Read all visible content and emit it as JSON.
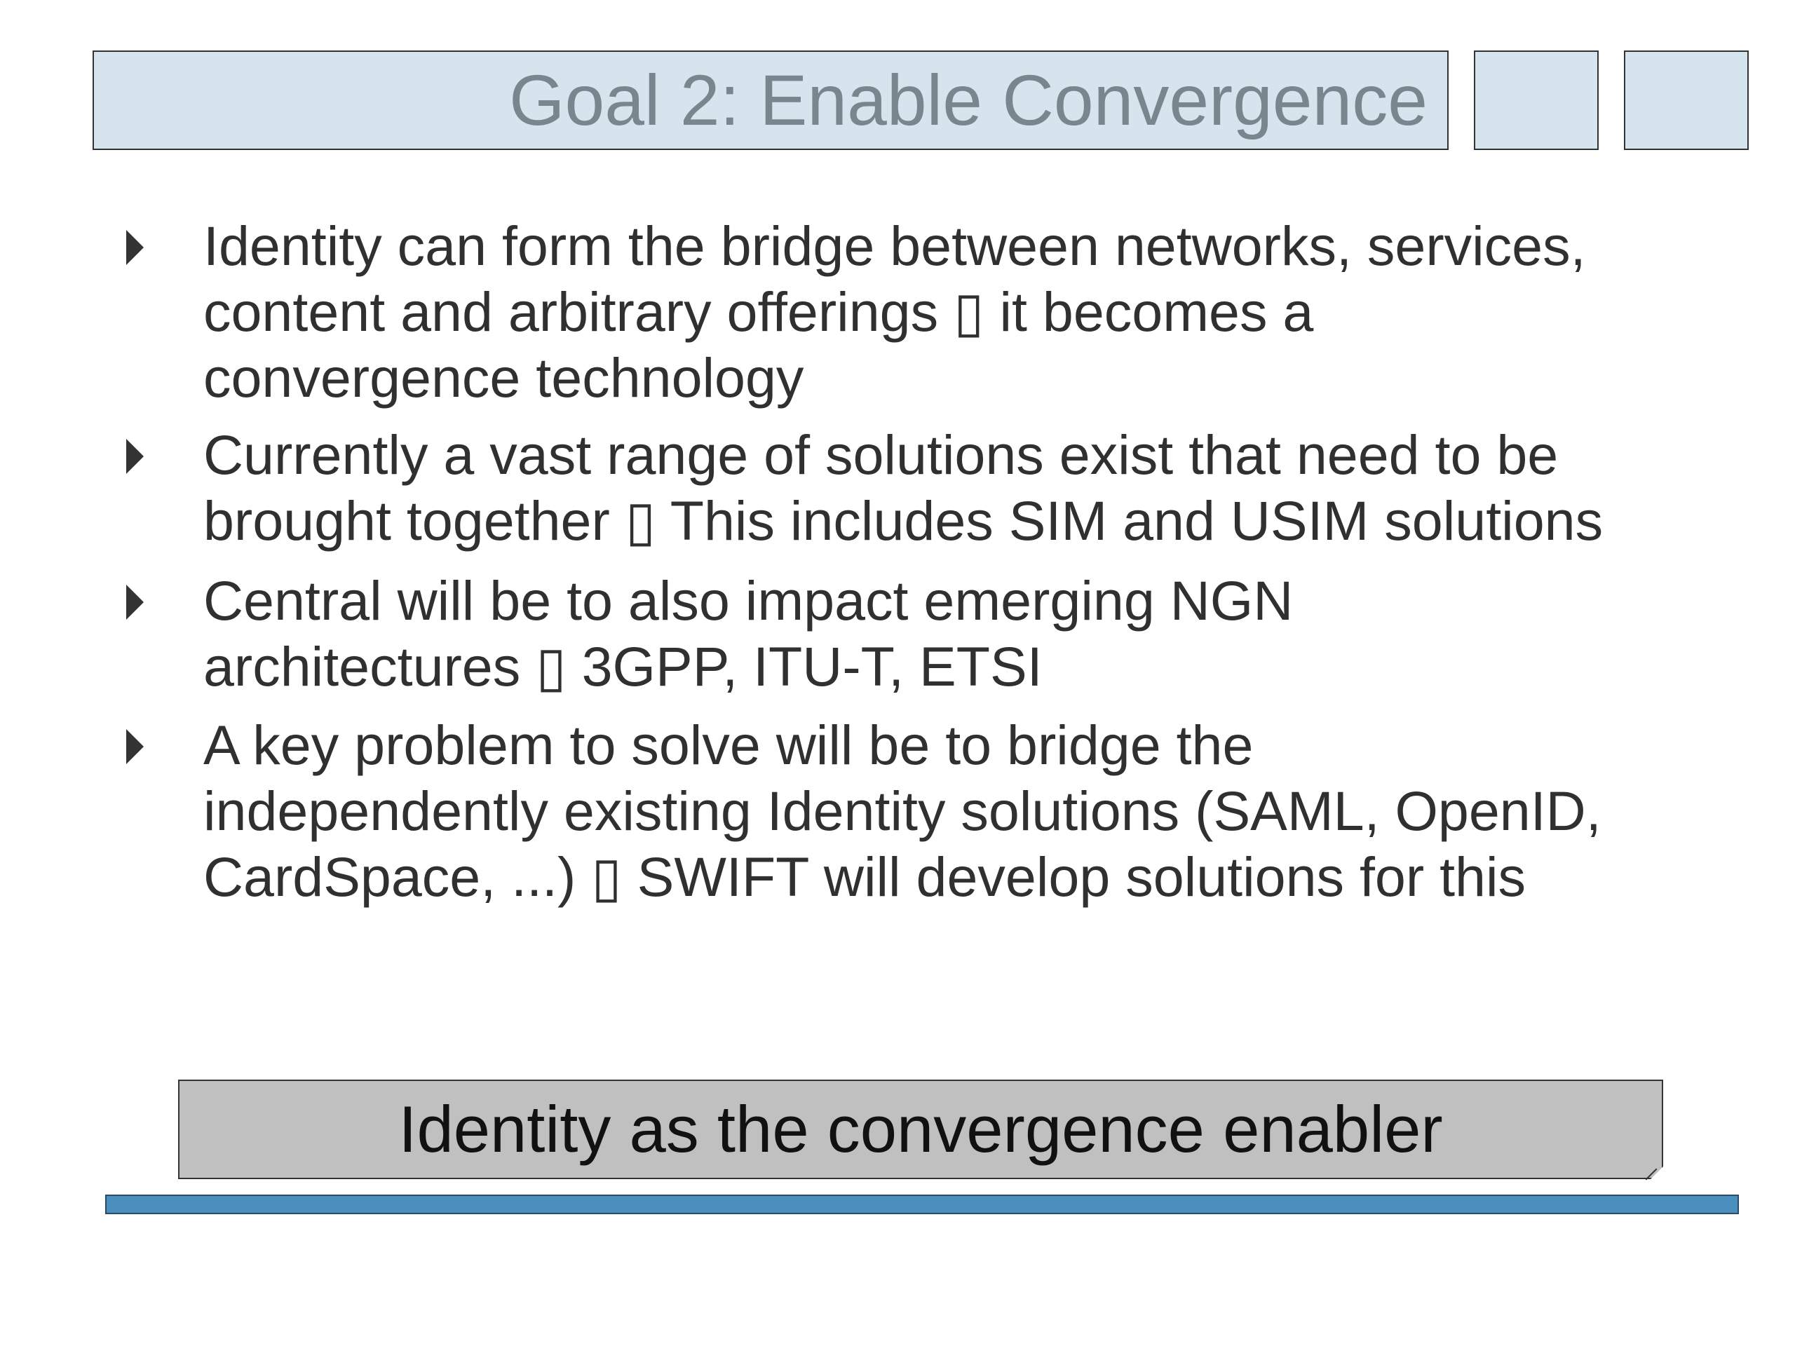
{
  "slide": {
    "title": "Goal 2: Enable Convergence",
    "bullets": [
      {
        "lines": [
          "Identity can form the bridge between networks, services,",
          "content and arbitrary offerings ▯ it becomes a",
          "convergence technology"
        ]
      },
      {
        "lines": [
          "Currently a vast range of solutions exist that need to be",
          "brought together ▯ This includes SIM and USIM solutions"
        ]
      },
      {
        "lines": [
          "Central will be to also impact emerging NGN",
          "architectures ▯ 3GPP, ITU-T, ETSI"
        ]
      },
      {
        "lines": [
          "A key problem to solve will be to bridge the",
          "independently existing Identity solutions (SAML, OpenID,",
          "CardSpace, ...) ▯ SWIFT will develop solutions for this"
        ]
      }
    ],
    "caption": "Identity as the convergence enabler",
    "colors": {
      "title_bg": "#d6e4ee",
      "title_text": "#7a868e",
      "caption_bg": "#c0c0c0",
      "bar": "#4a8fbd"
    },
    "icons": {
      "bullet": "triangle-right-icon"
    }
  }
}
